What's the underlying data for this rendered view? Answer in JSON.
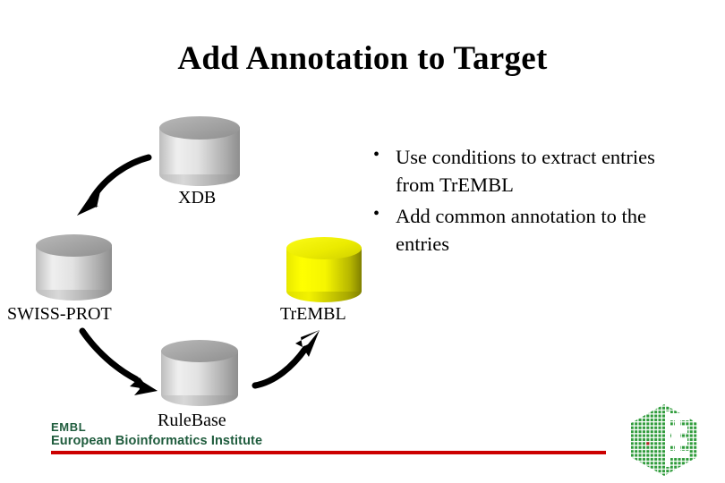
{
  "slide": {
    "title": "Add Annotation to Target",
    "background_color": "#ffffff"
  },
  "bullets": [
    "Use conditions to extract entries from TrEMBL",
    "Add common annotation to the entries"
  ],
  "bullet_marker": "•",
  "diagram": {
    "nodes": [
      {
        "id": "xdb",
        "label": "XDB",
        "color": "#d8d8d8",
        "shape": "cylinder"
      },
      {
        "id": "swissprot",
        "label": "SWISS-PROT",
        "color": "#d8d8d8",
        "shape": "cylinder"
      },
      {
        "id": "trembl",
        "label": "TrEMBL",
        "color": "#ffff00",
        "shape": "cylinder"
      },
      {
        "id": "rulebase",
        "label": "RuleBase",
        "color": "#d8d8d8",
        "shape": "cylinder"
      }
    ],
    "arrows": [
      {
        "from": "xdb",
        "to": "swissprot",
        "style": "curved-arrow",
        "color": "#000000"
      },
      {
        "from": "swissprot",
        "to": "rulebase",
        "style": "curved-arrow",
        "color": "#000000"
      },
      {
        "from": "rulebase",
        "to": "trembl",
        "style": "curved-arrow",
        "color": "#000000"
      }
    ]
  },
  "footer": {
    "org_line1": "EMBL",
    "org_line2": "European Bioinformatics Institute",
    "text_color": "#1f5c3d",
    "rule_color": "#cc0000",
    "logo_color": "#2e9b3a",
    "logo_accent_color": "#b52020"
  }
}
